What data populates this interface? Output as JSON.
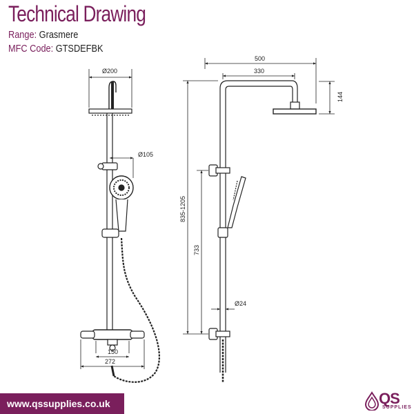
{
  "header": {
    "title": "Technical Drawing",
    "range_label": "Range:",
    "range_value": "Grasmere",
    "mfc_label": "MFC Code:",
    "mfc_value": "GTSDEFBK"
  },
  "dimensions": {
    "head_diameter": "Ø200",
    "handset_diameter": "Ø105",
    "valve_centres": "150",
    "valve_width": "272",
    "total_projection": "500",
    "arm_projection": "330",
    "head_drop": "144",
    "height_range": "835-1205",
    "rail_height": "733",
    "pipe_diameter": "Ø24"
  },
  "footer": {
    "website": "www.qssupplies.co.uk",
    "logo_text": "QS",
    "logo_subtext": "SUPPLIES"
  },
  "colors": {
    "brand": "#7a1f5c",
    "line": "#222222"
  }
}
